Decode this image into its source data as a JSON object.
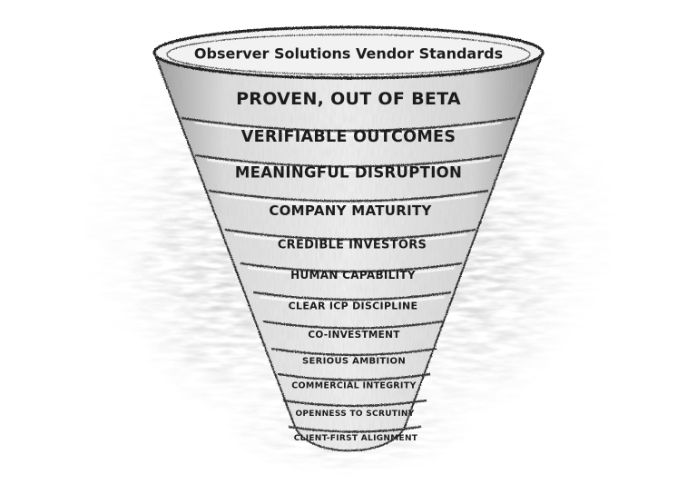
{
  "funnel": {
    "title": "Observer Solutions Vendor Standards",
    "levels": [
      "PROVEN, OUT OF BETA",
      "VERIFIABLE OUTCOMES",
      "MEANINGFUL DISRUPTION",
      "COMPANY MATURITY",
      "CREDIBLE INVESTORS",
      "HUMAN CAPABILITY",
      "CLEAR ICP DISCIPLINE",
      "CO-INVESTMENT",
      "SERIOUS AMBITION",
      "COMMERCIAL INTEGRITY",
      "OPENNESS TO SCRUTINY",
      "CLIENT-FIRST ALIGNMENT"
    ]
  },
  "colors": {
    "ink": "#1c1c1c",
    "charcoal": "#6b6b6b",
    "band_shadow": "#3a3a3a",
    "background": "#ffffff"
  },
  "style": "pencil-sketch funnel"
}
